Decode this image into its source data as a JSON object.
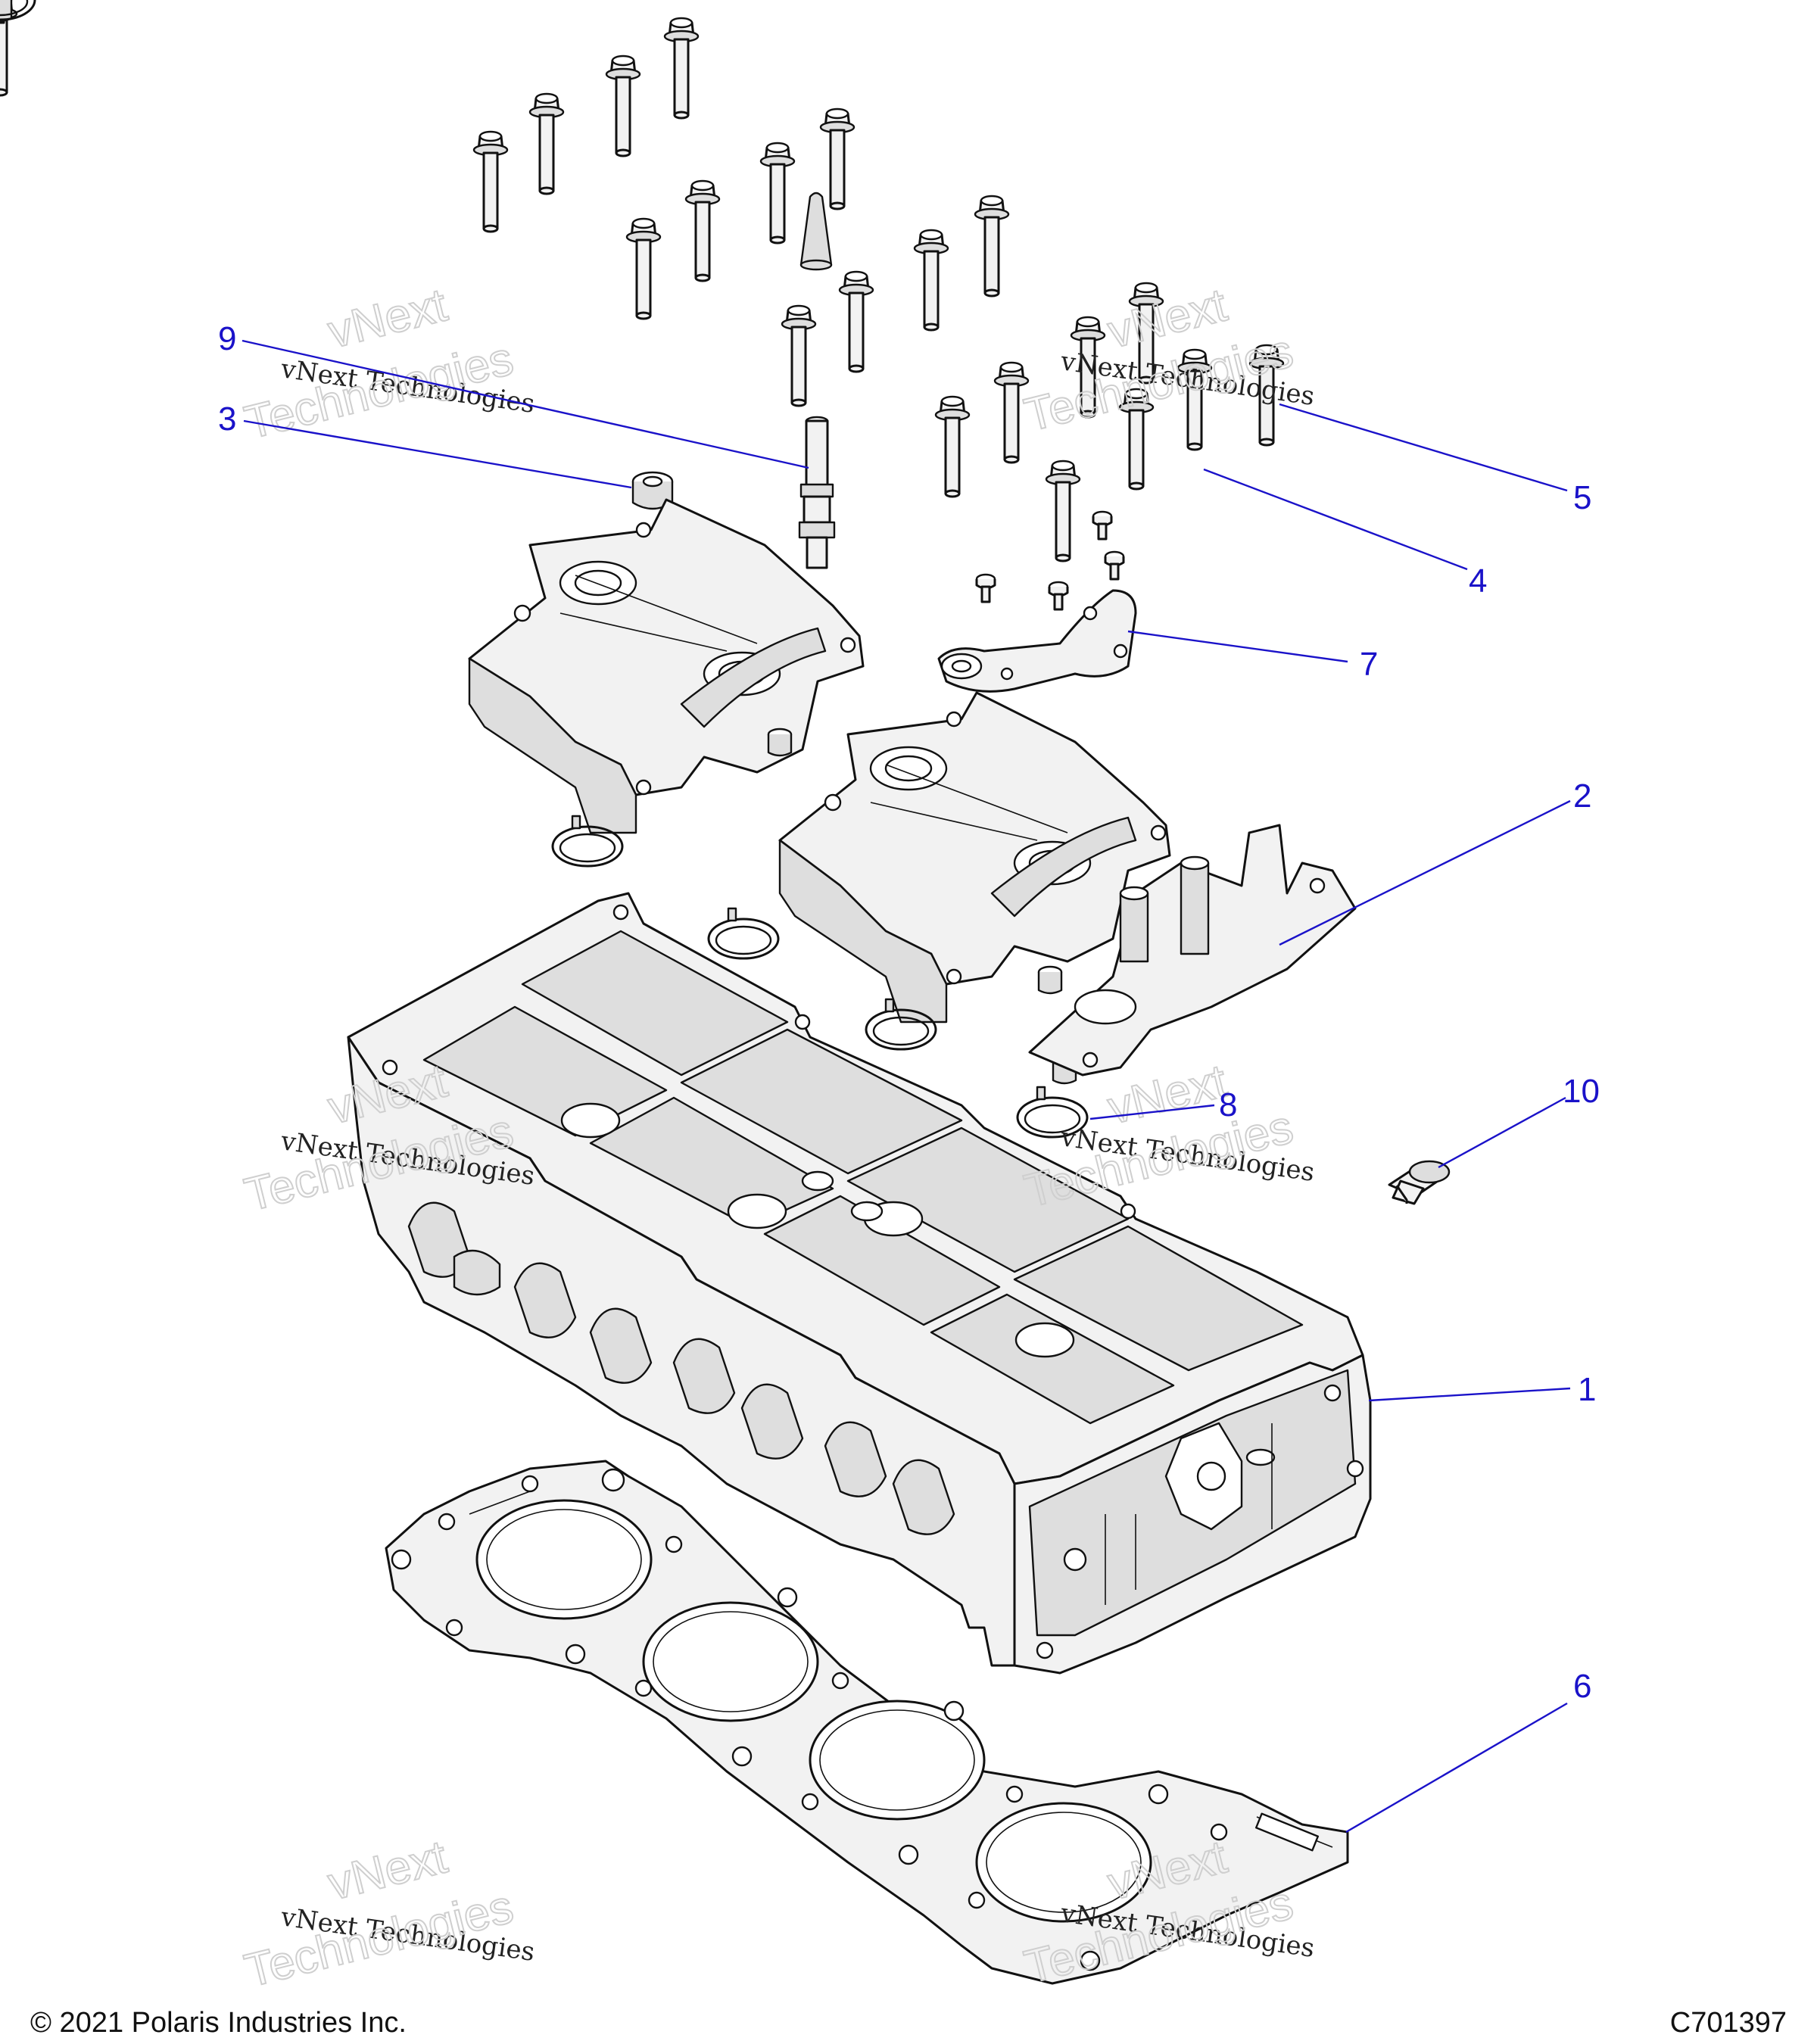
{
  "footer": {
    "copyright": "© 2021 Polaris Industries Inc.",
    "figure_code": "C701397"
  },
  "callouts": {
    "c1": "1",
    "c2": "2",
    "c3": "3",
    "c4": "4",
    "c5": "5",
    "c6": "6",
    "c7": "7",
    "c8": "8",
    "c9": "9",
    "c10": "10"
  },
  "watermark": {
    "brand": "vNext",
    "name": "vNext Technologies",
    "word": "Technologies"
  },
  "colors": {
    "callout": "#1a12c9",
    "line_art": "#111111",
    "watermark_outline": "#cfcfcf"
  }
}
